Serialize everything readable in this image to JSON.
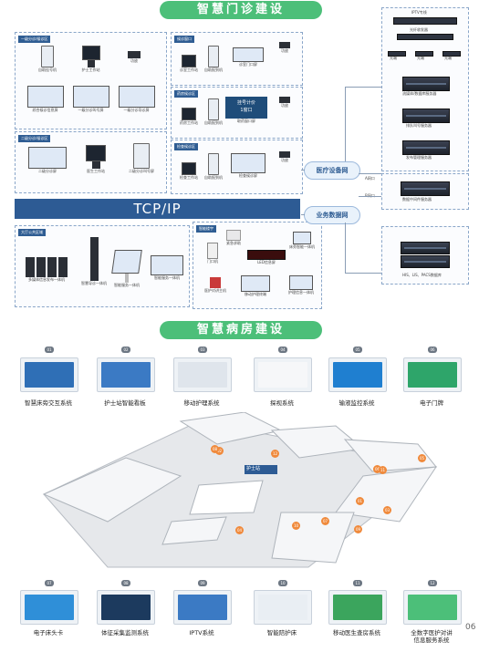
{
  "section1": {
    "title": "智慧门诊建设",
    "tcp_label": "TCP/IP",
    "medical_net": "医疗设备网",
    "business_net": "业务数据网",
    "port_a": "A网口",
    "port_b": "B网口",
    "panels": {
      "p1": "一级分诊/候诊区",
      "p2": "二级分诊/候诊区",
      "p3": "候诊窗口",
      "p4": "药房候诊区",
      "p5": "检查候诊区",
      "p6": "大厅公共区域",
      "p7": "智能楼宇"
    },
    "p1_devices": [
      "自助挂号机",
      "护士工作站",
      "功放",
      "综合候诊信息屏",
      "一级分诊叫号屏",
      "一级分诊导诊屏"
    ],
    "p2_devices": [
      "二级分诊屏",
      "医生工作站",
      "二级分诊叫号屏"
    ],
    "p3_devices": [
      "诊室工作站",
      "自助报到机",
      "诊室门口屏",
      "功放"
    ],
    "p4_devices": [
      "药房工作站",
      "自助报到机",
      "取药窗口屏",
      "功放"
    ],
    "p4_screen": "挂号计价\n1窗口",
    "p5_devices": [
      "检查工作站",
      "自助报到机",
      "检查候诊屏",
      "功放"
    ],
    "p6_devices": [
      "多媒体信息发布一体机",
      "智慧导诊一体机",
      "智能服务一体机",
      "智能服务一体机"
    ],
    "p7_devices": [
      "紧急求助",
      "门口机",
      "LED信息屏",
      "床旁智能一体机",
      "医护对讲主机",
      "移动护理终端",
      "护理信息一体机"
    ],
    "top_right": [
      "IPTV专线",
      "光纤收发器",
      "光端",
      "光端",
      "光端"
    ],
    "servers": [
      "流媒体/数据库服务器",
      "排队叫号服务器",
      "发布管理服务器",
      "数据中间件服务器"
    ],
    "his": "HIS、LIS、PACS数据库"
  },
  "section2": {
    "title": "智慧病房建设",
    "top_systems": [
      {
        "num": "01",
        "label": "智慧床旁交互系统"
      },
      {
        "num": "02",
        "label": "护士站智能看板"
      },
      {
        "num": "03",
        "label": "移动护理系统"
      },
      {
        "num": "04",
        "label": "探视系统"
      },
      {
        "num": "05",
        "label": "输液监控系统"
      },
      {
        "num": "06",
        "label": "电子门牌"
      }
    ],
    "bottom_systems": [
      {
        "num": "07",
        "label": "电子床头卡"
      },
      {
        "num": "08",
        "label": "体征采集监测系统"
      },
      {
        "num": "09",
        "label": "IPTV系统"
      },
      {
        "num": "10",
        "label": "智能陪护床"
      },
      {
        "num": "11",
        "label": "移动医生查房系统"
      },
      {
        "num": "12",
        "label": "全数字医护对讲\n信息服务系统"
      }
    ],
    "floor_markers": [
      "01",
      "02",
      "03",
      "04",
      "05",
      "06",
      "07",
      "08",
      "09",
      "10",
      "11",
      "12"
    ],
    "nurse_station": "护士站"
  },
  "page_number": "06"
}
